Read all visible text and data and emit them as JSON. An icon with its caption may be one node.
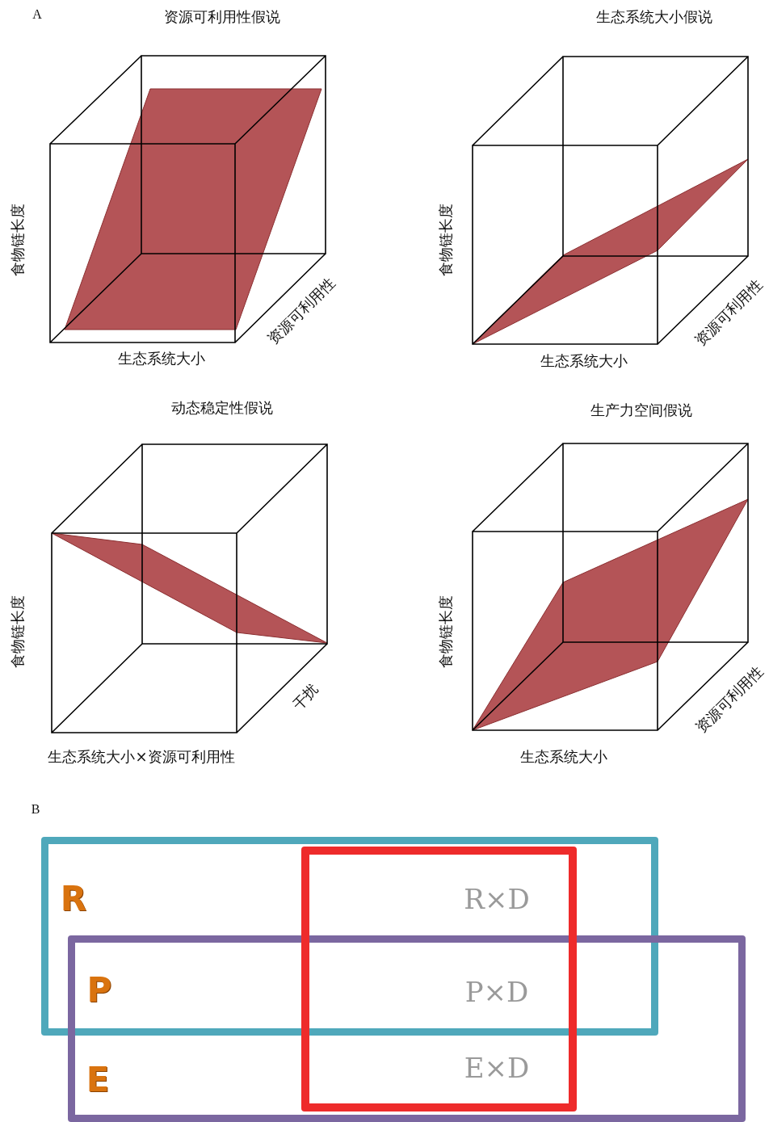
{
  "diagram": {
    "nodes": [
      {
        "text": [],
        "shape": "box"
      },
      {
        "text": [],
        "shape": "box"
      },
      {
        "text": [],
        "shape": "box"
      }
    ],
    "labels": [
      "A",
      "资源可利用性假说",
      "生态系统大小假说",
      "食物链长度",
      "食物链长度",
      "资源可利用性",
      "资源可利用性",
      "生态系统大小",
      "生态系统大小",
      "动态稳定性假说",
      "生产力空间假说",
      "食物链长度",
      "食物链长度",
      "干扰",
      "资源可利用性",
      "生态系统大小×资源可利用性",
      "生态系统大小",
      "B",
      "R",
      "R×D",
      "P",
      "P×D",
      "E",
      "E×D"
    ]
  }
}
